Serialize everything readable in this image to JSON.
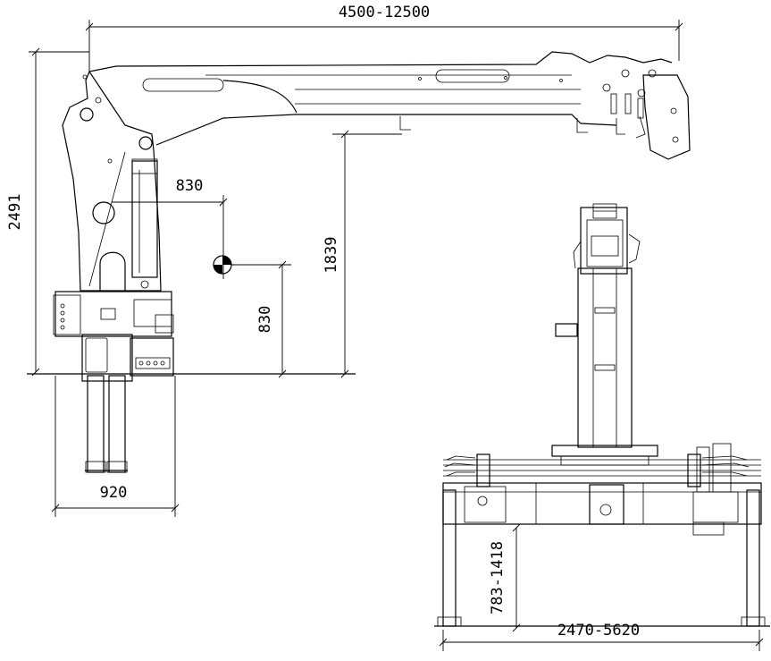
{
  "dimensions": {
    "boom_reach": "4500-12500",
    "total_height": "2491",
    "hook_height": "1839",
    "cog_offset_x": "830",
    "cog_height": "830",
    "base_width": "920",
    "outrigger_stroke": "783-1418",
    "outrigger_span": "2470-5620"
  }
}
